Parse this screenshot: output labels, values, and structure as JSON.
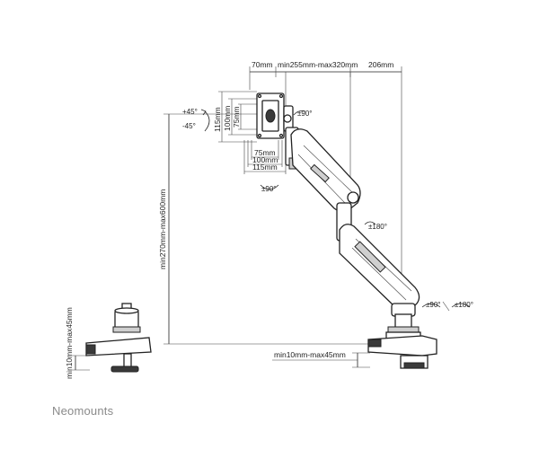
{
  "brand": "Neomounts",
  "dimensions": {
    "top_left": "70mm",
    "top_mid": "min255mm-max320mm",
    "top_right": "206mm",
    "vesa_115_v": "115mm",
    "vesa_100_v": "100mm",
    "vesa_75_v": "75mm",
    "vesa_75_h": "75mm",
    "vesa_100_h": "100mm",
    "vesa_115_h": "115mm",
    "height_range": "min270mm-max600mm",
    "clamp_range_left": "min10mm-max45mm",
    "clamp_range_bottom": "min10mm-max45mm"
  },
  "rotations": {
    "tilt_up": "+45°",
    "tilt_down": "-45°",
    "swivel_head": "±90°",
    "swivel_joint": "±90°",
    "arm_rotation": "±180°",
    "base_swivel": "±90°",
    "base_rotation": "±180°"
  }
}
